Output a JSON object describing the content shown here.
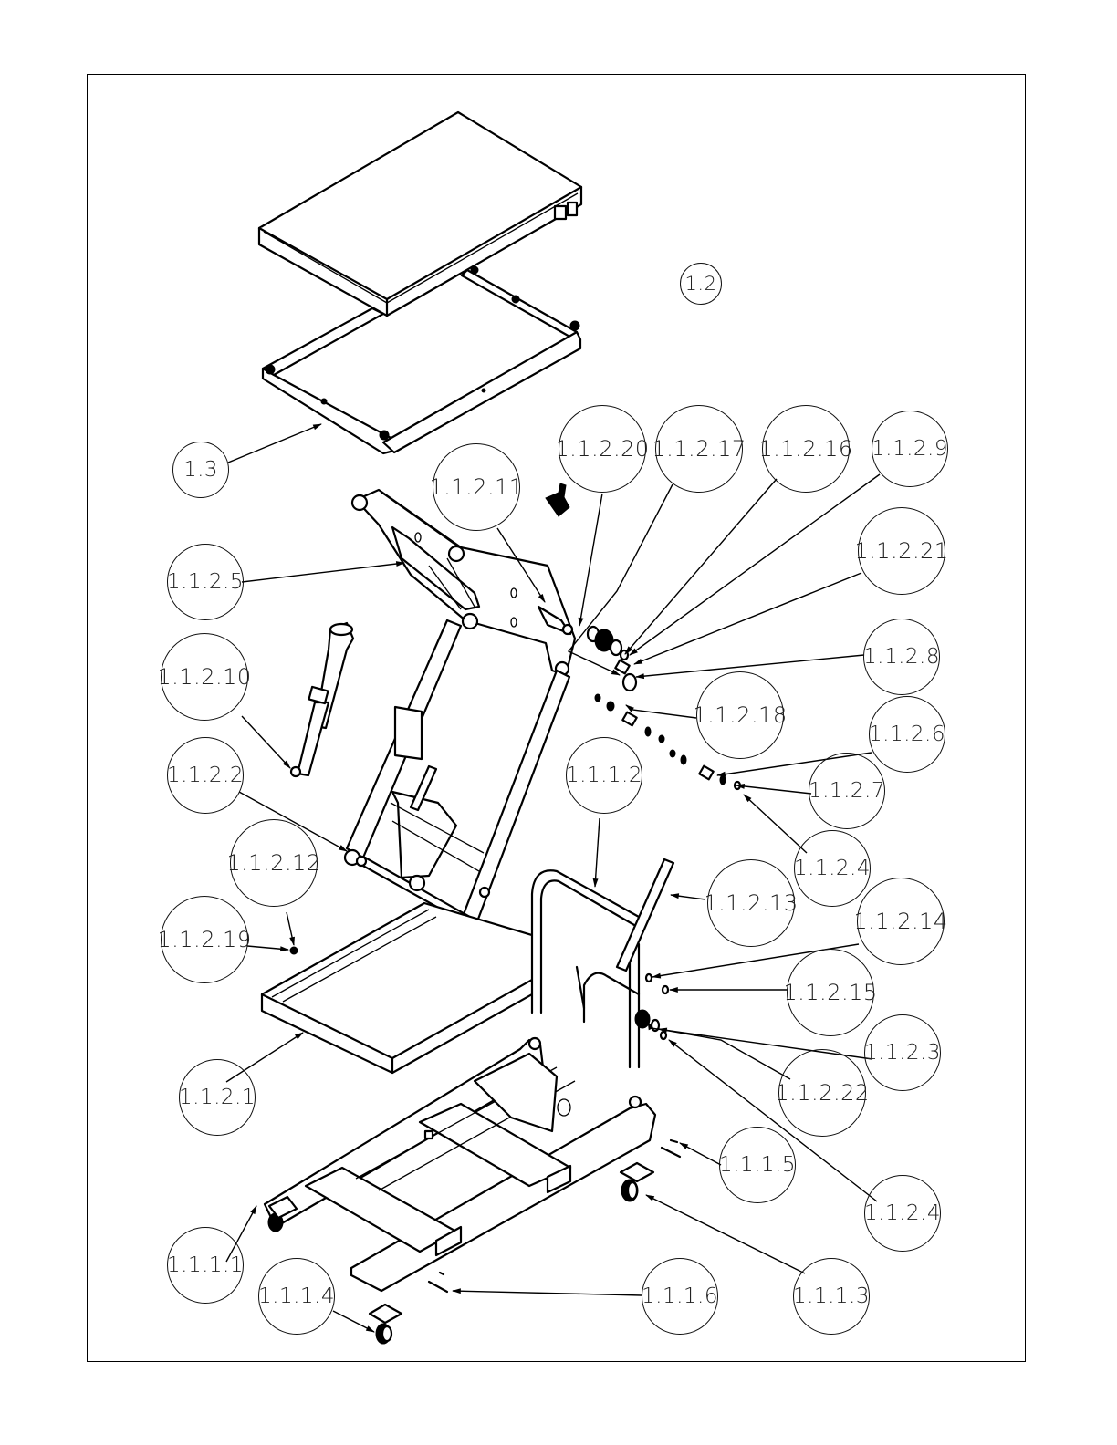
{
  "drawing": {
    "title": "Exploded assembly view - lift cart",
    "border_color": "#000000",
    "line_color": "#000000",
    "background": "#ffffff"
  },
  "balloons": [
    {
      "id": "1.2",
      "label": "1.2"
    },
    {
      "id": "1.3",
      "label": "1.3"
    },
    {
      "id": "1.1.2.11",
      "label": "1.1.2.11"
    },
    {
      "id": "1.1.2.20",
      "label": "1.1.2.20"
    },
    {
      "id": "1.1.2.17",
      "label": "1.1.2.17"
    },
    {
      "id": "1.1.2.16",
      "label": "1.1.2.16"
    },
    {
      "id": "1.1.2.9",
      "label": "1.1.2.9"
    },
    {
      "id": "1.1.2.21",
      "label": "1.1.2.21"
    },
    {
      "id": "1.1.2.5",
      "label": "1.1.2.5"
    },
    {
      "id": "1.1.2.8",
      "label": "1.1.2.8"
    },
    {
      "id": "1.1.2.10",
      "label": "1.1.2.10"
    },
    {
      "id": "1.1.2.18",
      "label": "1.1.2.18"
    },
    {
      "id": "1.1.2.6",
      "label": "1.1.2.6"
    },
    {
      "id": "1.1.2.2",
      "label": "1.1.2.2"
    },
    {
      "id": "1.1.1.2",
      "label": "1.1.1.2"
    },
    {
      "id": "1.1.2.7",
      "label": "1.1.2.7"
    },
    {
      "id": "1.1.2.12",
      "label": "1.1.2.12"
    },
    {
      "id": "1.1.2.4a",
      "label": "1.1.2.4"
    },
    {
      "id": "1.1.2.13",
      "label": "1.1.2.13"
    },
    {
      "id": "1.1.2.14",
      "label": "1.1.2.14"
    },
    {
      "id": "1.1.2.19",
      "label": "1.1.2.19"
    },
    {
      "id": "1.1.2.15",
      "label": "1.1.2.15"
    },
    {
      "id": "1.1.2.3",
      "label": "1.1.2.3"
    },
    {
      "id": "1.1.2.1",
      "label": "1.1.2.1"
    },
    {
      "id": "1.1.2.22",
      "label": "1.1.2.22"
    },
    {
      "id": "1.1.1.5",
      "label": "1.1.1.5"
    },
    {
      "id": "1.1.2.4b",
      "label": "1.1.2.4"
    },
    {
      "id": "1.1.1.1",
      "label": "1.1.1.1"
    },
    {
      "id": "1.1.1.4",
      "label": "1.1.1.4"
    },
    {
      "id": "1.1.1.6",
      "label": "1.1.1.6"
    },
    {
      "id": "1.1.1.3",
      "label": "1.1.1.3"
    }
  ]
}
